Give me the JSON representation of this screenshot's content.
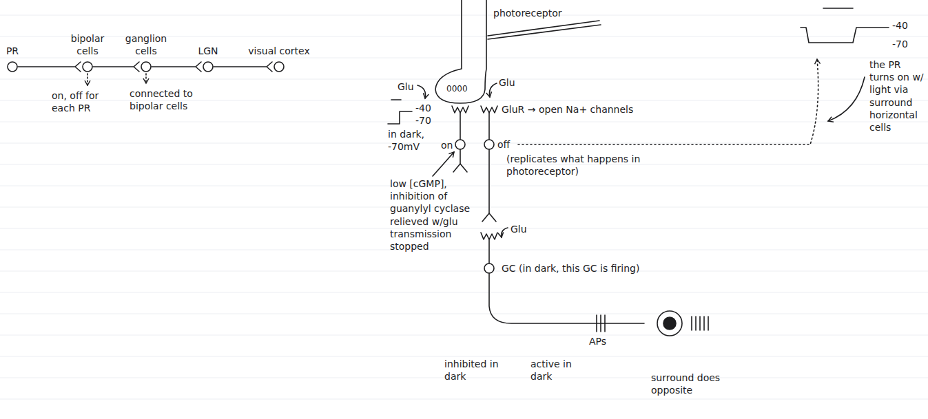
{
  "diagram": {
    "nodes": [
      {
        "text": [
          "PR"
        ]
      },
      {
        "text": [
          "bipolar cells"
        ]
      },
      {
        "text": [
          "ganglion cells"
        ]
      },
      {
        "text": [
          "LGN"
        ]
      },
      {
        "text": [
          "visual cortex"
        ]
      }
    ],
    "edges": [
      {
        "from": 0,
        "to": 1,
        "arrow": "none"
      },
      {
        "from": 1,
        "to": 2,
        "arrow": "none"
      },
      {
        "from": 2,
        "to": 3,
        "arrow": "none"
      },
      {
        "from": 3,
        "to": 4,
        "arrow": "none"
      }
    ],
    "labels": [
      "on, off for each PR",
      "connected to bipolar cells",
      "photoreceptor",
      "0000",
      "Glu",
      "Glu",
      "-40",
      "-70",
      "in dark, -70mV",
      "GluR → open Na+ channels",
      "-40",
      "-70",
      "on",
      "off",
      "(replicates what happens in photoreceptor)",
      "the PR turns on w/ light via surround horizontal cells",
      "low [cGMP], inhibition of guanylyl cyclase relieved w/glu transmission stopped",
      "Glu",
      "GC (in dark, this GC is firing)",
      "APs",
      "inhibited in dark",
      "active in dark",
      "surround does opposite"
    ]
  }
}
